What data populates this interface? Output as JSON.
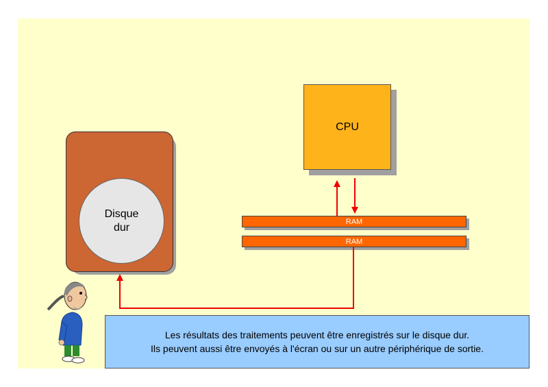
{
  "cpu": {
    "label": "CPU"
  },
  "ram": [
    {
      "label": "RAM"
    },
    {
      "label": "RAM"
    }
  ],
  "disk": {
    "label_line1": "Disque",
    "label_line2": "dur"
  },
  "caption": {
    "line1": "Les résultats des traitements peuvent être enregistrés sur le disque dur.",
    "line2": "Ils peuvent aussi être envoyés à l'écran ou sur un autre périphérique de sortie."
  },
  "colors": {
    "background": "#ffffcc",
    "disk_box": "#cc6633",
    "disk_circle": "#e6e6e6",
    "cpu": "#ffb31a",
    "ram": "#ff6600",
    "arrow": "#ee0000",
    "caption_box": "#99ccff"
  },
  "icons": [
    "character-icon",
    "arrow-up-icon",
    "arrow-down-icon"
  ]
}
